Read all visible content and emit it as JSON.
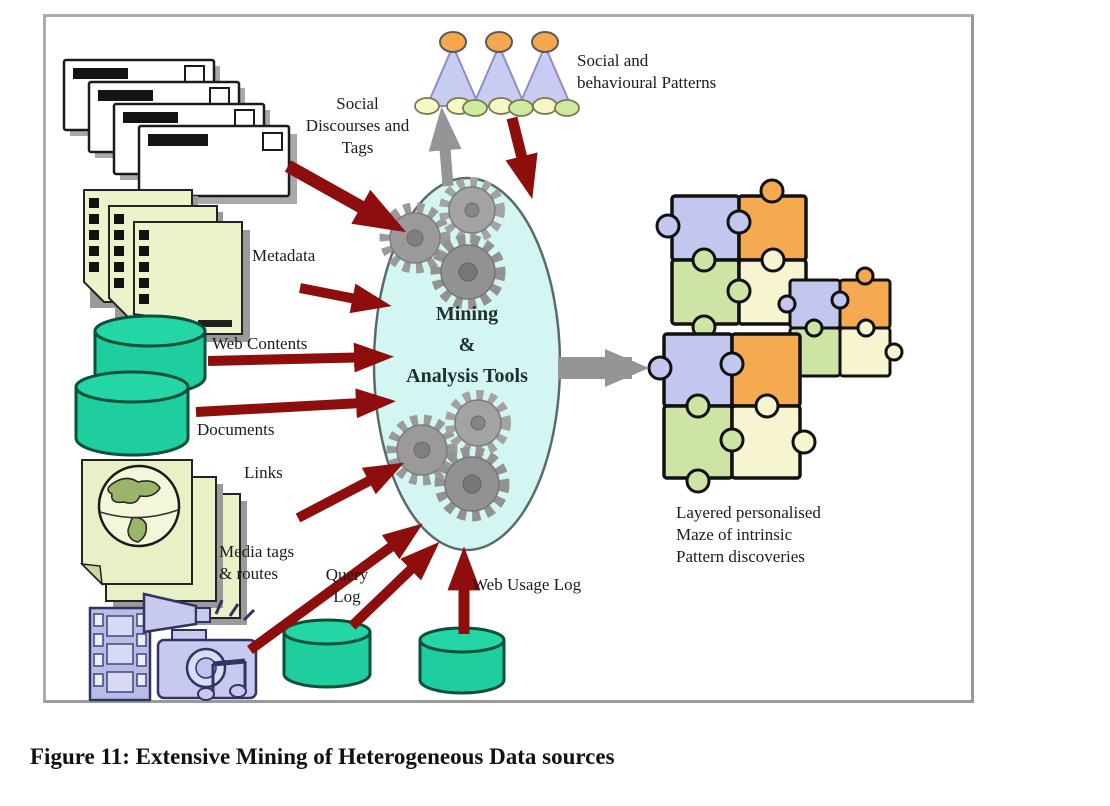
{
  "page": {
    "caption": "Figure 11: Extensive Mining of Heterogeneous Data sources"
  },
  "diagram": {
    "center_label": "Mining\n&\nAnalysis Tools",
    "labels": {
      "social_discourses": "Social\nDiscourses and\nTags",
      "metadata": "Metadata",
      "web_contents": "Web Contents",
      "documents": "Documents",
      "links": "Links",
      "media_tags": "Media tags\n& routes",
      "query_log": "Query\nLog",
      "web_usage_log": "Web Usage Log",
      "social_patterns": "Social and\nbehavioural Patterns",
      "pattern_discoveries": "Layered personalised\nMaze of intrinsic\nPattern discoveries"
    },
    "flows": {
      "inputs_to_mining": [
        "Social Discourses and Tags",
        "Metadata",
        "Web Contents",
        "Documents",
        "Links",
        "Media tags & routes",
        "Query Log",
        "Web Usage Log"
      ],
      "bidirectional": [
        "Social and behavioural Patterns"
      ],
      "output": "Layered personalised Maze of intrinsic Pattern discoveries"
    },
    "icons": {
      "social_discourses": "envelope-stack-icon",
      "metadata": "document-stack-icon",
      "web_contents": "database-cylinder-icon",
      "documents": "database-cylinder-icon",
      "links": "web-page-stack-icon",
      "media_tags": "multimedia-clipart-icon",
      "query_log": "database-cylinder-icon",
      "web_usage_log": "database-cylinder-icon",
      "mining_tool": "gears-icon",
      "social_patterns": "triangle-network-icon",
      "pattern_discoveries": "puzzle-pieces-icon"
    }
  },
  "colors": {
    "arrow_red": "#8e0d0d",
    "arrow_gray": "#959595",
    "ellipse_fill": "#d3f6f3",
    "cylinder_green": "#1fce9e",
    "paper_green": "#ebf1c9",
    "gear_gray": "#9a9a9a",
    "triangle_lavender": "#cacbf2",
    "node_orange": "#f4a74d",
    "node_yellow": "#f6f6c6",
    "node_green": "#cdeca0",
    "puzzle_lavender": "#c3c6ef",
    "puzzle_orange": "#f5a951",
    "puzzle_green": "#cde4a4",
    "puzzle_cream": "#f7f4d0",
    "media_lavender": "#c7c9ee"
  }
}
